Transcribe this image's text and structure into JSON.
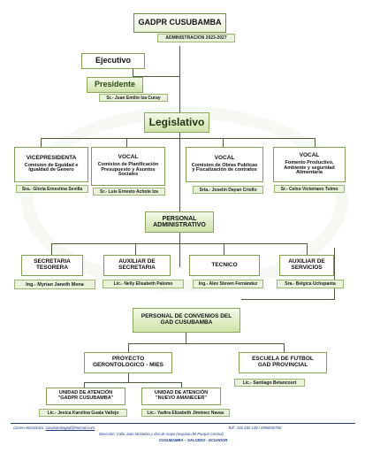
{
  "header": {
    "title": "GADPR CUSUBAMBA",
    "subtitle": "ADMINISTRACION 2023-2027"
  },
  "executive": {
    "label": "Ejecutivo",
    "president_title": "Presidente",
    "president_name": "Sr.- Juan Emilio Iza Curay"
  },
  "legislative": {
    "label": "Legislativo",
    "members": [
      {
        "role": "VICEPRESIDENTA",
        "commission": "Comision de Equidad e Igualdad de Genero",
        "name": "Sra.- Gloria Ernestina Sevilla"
      },
      {
        "role": "VOCAL",
        "commission": "Comision de Planificación Presupuesto y Asuntos Sociales",
        "name": "Sr.- Luis Ernesto Achote Iza"
      },
      {
        "role": "VOCAL",
        "commission": "Comision de Obras Publicas y Fiscalización de contratos",
        "name": "Srta.- Joselin Dayan Criollo"
      },
      {
        "role": "VOCAL",
        "commission": "Fomento Productivo, Ambiente y seguridad Alimentaria",
        "name": "Sr.- Celso Victoriano Tulmo"
      }
    ]
  },
  "administrative": {
    "label": "PERSONAL ADMINISTRATIVO",
    "staff": [
      {
        "role": "SECRETARIA TESORERA",
        "name": "Ing.- Myrian Janeth Mena"
      },
      {
        "role": "AUXILIAR DE SECRETARIA",
        "name": "Lic.- Nelly Elisabeth Palomo"
      },
      {
        "role": "TECNICO",
        "name": "Ing.- Alex Steven Fernández"
      },
      {
        "role": "AUXILIAR DE SERVICIOS",
        "name": "Sra.- Belgica Uchupanta"
      }
    ]
  },
  "agreements": {
    "label": "PERSONAL DE CONVENIOS DEL GAD CUSUBAMBA",
    "project": "PROYECTO GERONTOLOGICO - MIES",
    "units": [
      {
        "title": "UNIDAD DE ATENCIÓN \"GADPR CUSUBAMBA\"",
        "name": "Lic.- Jesica Karolina  Guala Vallejo"
      },
      {
        "title": "UNIDAD DE ATENCIÓN \"NUEVO AMANECER\"",
        "name": "Lic.- Yadira Elizabeth Jiménez Navas"
      }
    ],
    "school": "ESCUELA DE FUTBOL GAD PROVINCIAL",
    "school_name": "Lic.- Santiago Betancourt"
  },
  "footer": {
    "email_label": "Correo electrónico:",
    "email": "cusubambagad@hotmail.com",
    "phone": "Telf.: 032 282-139 / 0998046750",
    "address_label": "Dirección:",
    "address": "Calle Juan Montalvo y dos de mayo (esquina del Parque Central)",
    "city": "CUSUBAMBA – SALCEDO - ECUADOR"
  },
  "colors": {
    "accent": "#8aa65a",
    "line": "#4f5b3a",
    "footer_text": "#1e3a8c"
  }
}
